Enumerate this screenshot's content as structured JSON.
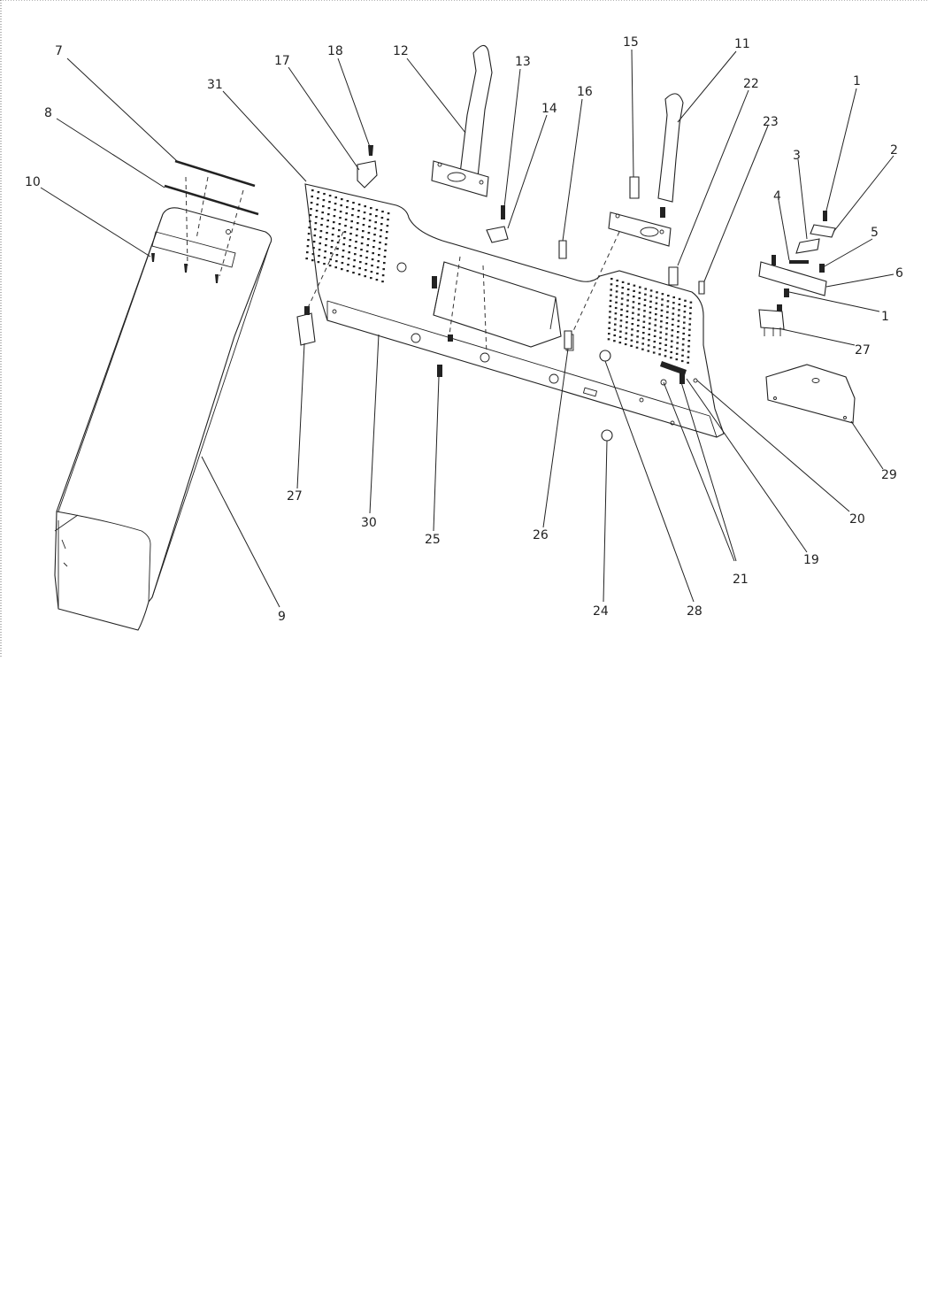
{
  "diagram": {
    "callouts": [
      {
        "id": "c7",
        "text": "7"
      },
      {
        "id": "c8",
        "text": "8"
      },
      {
        "id": "c10",
        "text": "10"
      },
      {
        "id": "c31",
        "text": "31"
      },
      {
        "id": "c17",
        "text": "17"
      },
      {
        "id": "c18",
        "text": "18"
      },
      {
        "id": "c12",
        "text": "12"
      },
      {
        "id": "c13",
        "text": "13"
      },
      {
        "id": "c14",
        "text": "14"
      },
      {
        "id": "c16",
        "text": "16"
      },
      {
        "id": "c15",
        "text": "15"
      },
      {
        "id": "c11",
        "text": "11"
      },
      {
        "id": "c22",
        "text": "22"
      },
      {
        "id": "c23",
        "text": "23"
      },
      {
        "id": "c1a",
        "text": "1"
      },
      {
        "id": "c2",
        "text": "2"
      },
      {
        "id": "c3",
        "text": "3"
      },
      {
        "id": "c4",
        "text": "4"
      },
      {
        "id": "c5",
        "text": "5"
      },
      {
        "id": "c6",
        "text": "6"
      },
      {
        "id": "c1b",
        "text": "1"
      },
      {
        "id": "c27b",
        "text": "27"
      },
      {
        "id": "c29",
        "text": "29"
      },
      {
        "id": "c20",
        "text": "20"
      },
      {
        "id": "c19",
        "text": "19"
      },
      {
        "id": "c21",
        "text": "21"
      },
      {
        "id": "c28",
        "text": "28"
      },
      {
        "id": "c24",
        "text": "24"
      },
      {
        "id": "c26",
        "text": "26"
      },
      {
        "id": "c25",
        "text": "25"
      },
      {
        "id": "c30",
        "text": "30"
      },
      {
        "id": "c27a",
        "text": "27"
      },
      {
        "id": "c9",
        "text": "9"
      }
    ]
  }
}
